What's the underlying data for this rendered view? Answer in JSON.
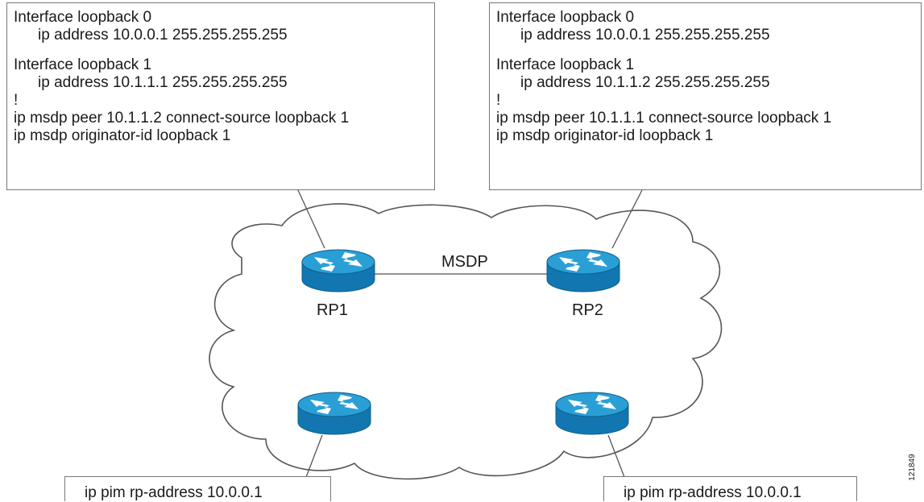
{
  "rp1_config": {
    "lines": [
      "Interface loopback 0",
      "ip address 10.0.0.1 255.255.255.255",
      "Interface loopback 1",
      "ip address 10.1.1.1 255.255.255.255",
      "!",
      "ip msdp peer 10.1.1.2 connect-source loopback 1",
      "ip msdp originator-id loopback 1"
    ]
  },
  "rp2_config": {
    "lines": [
      "Interface loopback 0",
      "ip address 10.0.0.1 255.255.255.255",
      "Interface loopback 1",
      "ip address 10.1.1.2 255.255.255.255",
      "!",
      "ip msdp peer 10.1.1.1 connect-source loopback 1",
      "ip msdp originator-id loopback 1"
    ]
  },
  "labels": {
    "msdp": "MSDP",
    "rp1": "RP1",
    "rp2": "RP2"
  },
  "pim_left": "ip pim rp-address 10.0.0.1",
  "pim_right": "ip pim rp-address 10.0.0.1",
  "figure_id": "121849",
  "colors": {
    "router_top": "#2a9fd6",
    "router_side": "#1277b0",
    "router_arrows": "#ffffff",
    "lines": "#555555",
    "box_border": "#777777"
  },
  "icons": {
    "router": "router-icon",
    "cloud": "cloud-shape"
  }
}
